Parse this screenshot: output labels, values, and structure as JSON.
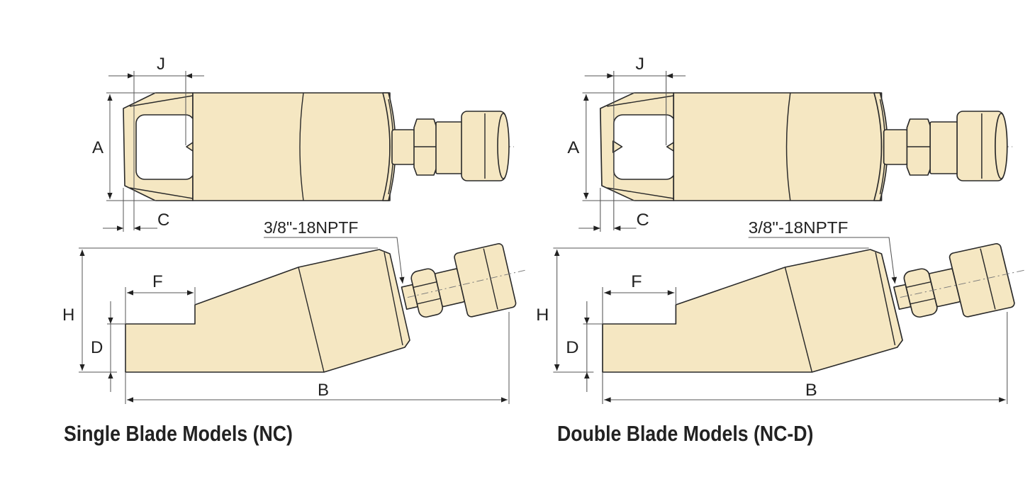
{
  "diagrams": [
    {
      "title": "Single Blade Models (NC)",
      "type": "single",
      "labels": {
        "A": "A",
        "J": "J",
        "C": "C",
        "H": "H",
        "D": "D",
        "F": "F",
        "B": "B",
        "thread": "3/8\"-18NPTF"
      }
    },
    {
      "title": "Double Blade Models (NC-D)",
      "type": "double",
      "labels": {
        "A": "A",
        "J": "J",
        "C": "C",
        "H": "H",
        "D": "D",
        "F": "F",
        "B": "B",
        "thread": "3/8\"-18NPTF"
      }
    }
  ],
  "colors": {
    "body_fill": "#f5e7c2",
    "outline": "#2a2a2a"
  }
}
